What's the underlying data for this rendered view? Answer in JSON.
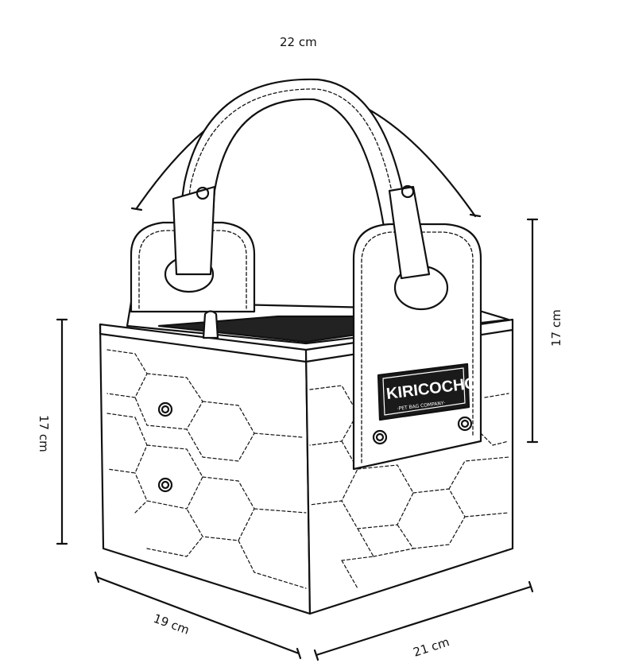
{
  "product": {
    "brand_label": "KIRICOCHO",
    "brand_sublabel": "·PET BAG COMPANY·"
  },
  "dimensions": {
    "handle_arc": "22 cm",
    "height_right": "17 cm",
    "height_left": "17 cm",
    "depth": "19 cm",
    "width": "21 cm"
  },
  "colors": {
    "line": "#111111",
    "background": "#ffffff",
    "label_bg": "#1a1a1a"
  }
}
